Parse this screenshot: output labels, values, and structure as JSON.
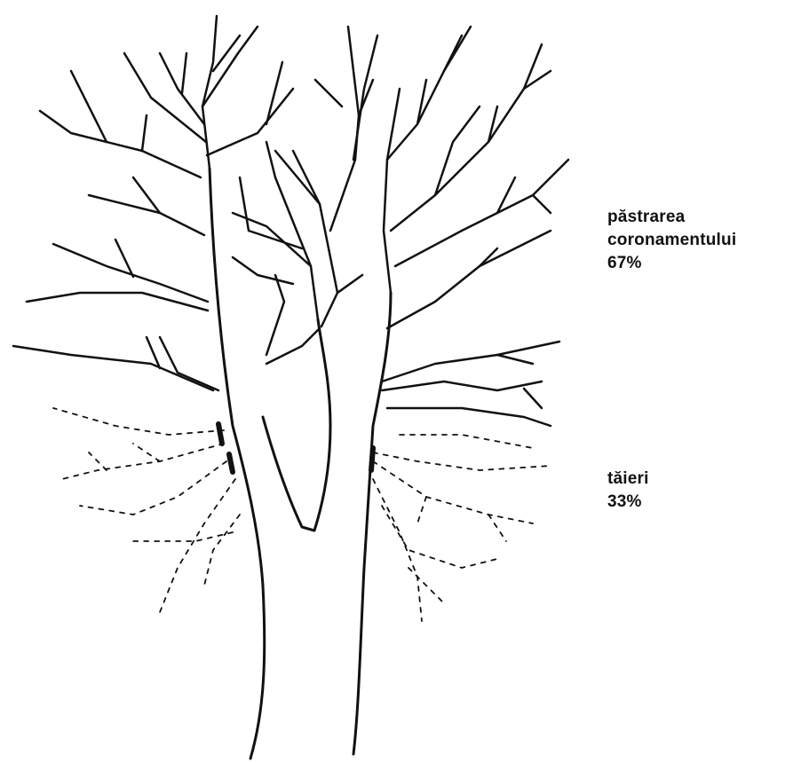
{
  "diagram": {
    "labels": {
      "kept": {
        "line1": "păstrarea",
        "line2": "coronamentului",
        "value": "67%"
      },
      "cut": {
        "line1": "tăieri",
        "value": "33%"
      }
    },
    "colors": {
      "ink": "#111111",
      "background": "#ffffff"
    }
  }
}
